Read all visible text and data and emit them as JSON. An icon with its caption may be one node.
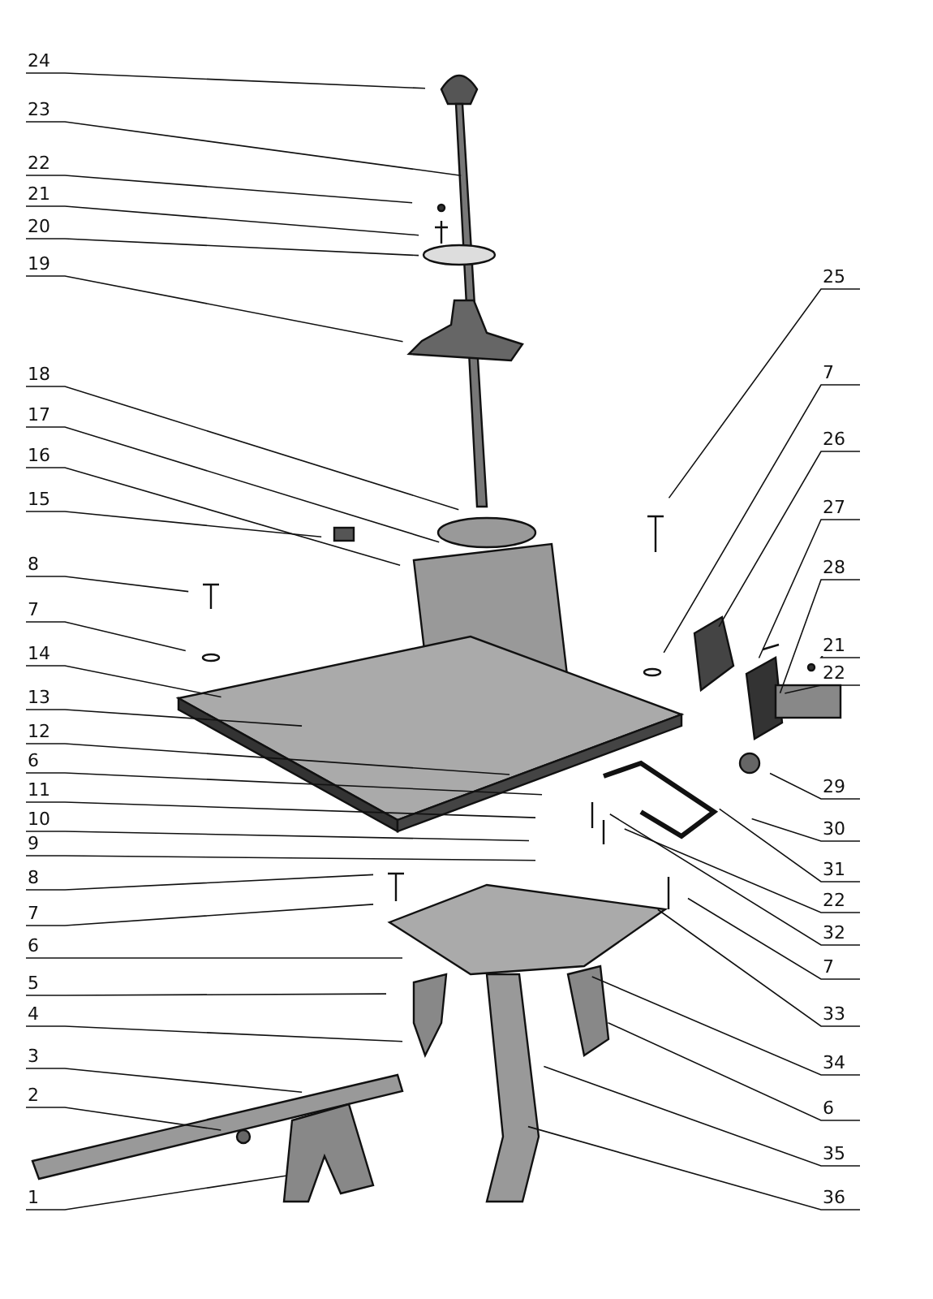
{
  "diagram": {
    "nodes": [
      {
        "text": [
          "24"
        ]
      },
      {
        "text": [
          "23"
        ]
      },
      {
        "text": [
          "22"
        ]
      },
      {
        "text": [
          "21"
        ]
      },
      {
        "text": [
          "20"
        ]
      },
      {
        "text": [
          "19"
        ]
      },
      {
        "text": [
          "18"
        ]
      },
      {
        "text": [
          "17"
        ]
      },
      {
        "text": [
          "16"
        ]
      },
      {
        "text": [
          "15"
        ]
      },
      {
        "text": [
          "8"
        ]
      },
      {
        "text": [
          "7"
        ]
      },
      {
        "text": [
          "14"
        ]
      },
      {
        "text": [
          "13"
        ]
      },
      {
        "text": [
          "12"
        ]
      },
      {
        "text": [
          "6"
        ]
      },
      {
        "text": [
          "11"
        ]
      },
      {
        "text": [
          "10"
        ]
      },
      {
        "text": [
          "9"
        ]
      },
      {
        "text": [
          "8"
        ]
      },
      {
        "text": [
          "7"
        ]
      },
      {
        "text": [
          "6"
        ]
      },
      {
        "text": [
          "5"
        ]
      },
      {
        "text": [
          "4"
        ]
      },
      {
        "text": [
          "3"
        ]
      },
      {
        "text": [
          "2"
        ]
      },
      {
        "text": [
          "1"
        ]
      },
      {
        "text": [
          "25"
        ]
      },
      {
        "text": [
          "7"
        ]
      },
      {
        "text": [
          "26"
        ]
      },
      {
        "text": [
          "27"
        ]
      },
      {
        "text": [
          "28"
        ]
      },
      {
        "text": [
          "21"
        ]
      },
      {
        "text": [
          "22"
        ]
      },
      {
        "text": [
          "29"
        ]
      },
      {
        "text": [
          "30"
        ]
      },
      {
        "text": [
          "31"
        ]
      },
      {
        "text": [
          "22"
        ]
      },
      {
        "text": [
          "32"
        ]
      },
      {
        "text": [
          "7"
        ]
      },
      {
        "text": [
          "33"
        ]
      },
      {
        "text": [
          "34"
        ]
      },
      {
        "text": [
          "6"
        ]
      },
      {
        "text": [
          "35"
        ]
      },
      {
        "text": [
          "36"
        ]
      }
    ],
    "edges": [
      {
        "from": 0,
        "to": null,
        "arrow": "none"
      },
      {
        "from": 1,
        "to": null,
        "arrow": "none"
      },
      {
        "from": 2,
        "to": null,
        "arrow": "none"
      },
      {
        "from": 3,
        "to": null,
        "arrow": "none"
      },
      {
        "from": 4,
        "to": null,
        "arrow": "none"
      },
      {
        "from": 5,
        "to": null,
        "arrow": "none"
      },
      {
        "from": 6,
        "to": null,
        "arrow": "none"
      },
      {
        "from": 7,
        "to": null,
        "arrow": "none"
      },
      {
        "from": 8,
        "to": null,
        "arrow": "none"
      },
      {
        "from": 9,
        "to": null,
        "arrow": "none"
      },
      {
        "from": 10,
        "to": null,
        "arrow": "none"
      },
      {
        "from": 11,
        "to": null,
        "arrow": "none"
      },
      {
        "from": 12,
        "to": null,
        "arrow": "none"
      },
      {
        "from": 13,
        "to": null,
        "arrow": "none"
      },
      {
        "from": 14,
        "to": null,
        "arrow": "none"
      },
      {
        "from": 15,
        "to": null,
        "arrow": "none"
      },
      {
        "from": 16,
        "to": null,
        "arrow": "none"
      },
      {
        "from": 17,
        "to": null,
        "arrow": "none"
      },
      {
        "from": 18,
        "to": null,
        "arrow": "none"
      },
      {
        "from": 19,
        "to": null,
        "arrow": "none"
      },
      {
        "from": 20,
        "to": null,
        "arrow": "none"
      },
      {
        "from": 21,
        "to": null,
        "arrow": "none"
      },
      {
        "from": 22,
        "to": null,
        "arrow": "none"
      },
      {
        "from": 23,
        "to": null,
        "arrow": "none"
      },
      {
        "from": 24,
        "to": null,
        "arrow": "none"
      },
      {
        "from": 25,
        "to": null,
        "arrow": "none"
      },
      {
        "from": 26,
        "to": null,
        "arrow": "none"
      },
      {
        "from": 27,
        "to": null,
        "arrow": "none"
      },
      {
        "from": 28,
        "to": null,
        "arrow": "none"
      },
      {
        "from": 29,
        "to": null,
        "arrow": "none"
      },
      {
        "from": 30,
        "to": null,
        "arrow": "none"
      },
      {
        "from": 31,
        "to": null,
        "arrow": "none"
      },
      {
        "from": 32,
        "to": null,
        "arrow": "none"
      },
      {
        "from": 33,
        "to": null,
        "arrow": "none"
      },
      {
        "from": 34,
        "to": null,
        "arrow": "none"
      },
      {
        "from": 35,
        "to": null,
        "arrow": "none"
      },
      {
        "from": 36,
        "to": null,
        "arrow": "none"
      },
      {
        "from": 37,
        "to": null,
        "arrow": "none"
      },
      {
        "from": 38,
        "to": null,
        "arrow": "none"
      },
      {
        "from": 39,
        "to": null,
        "arrow": "none"
      },
      {
        "from": 40,
        "to": null,
        "arrow": "none"
      },
      {
        "from": 41,
        "to": null,
        "arrow": "none"
      },
      {
        "from": 42,
        "to": null,
        "arrow": "none"
      },
      {
        "from": 43,
        "to": null,
        "arrow": "none"
      },
      {
        "from": 44,
        "to": null,
        "arrow": "none"
      }
    ]
  }
}
